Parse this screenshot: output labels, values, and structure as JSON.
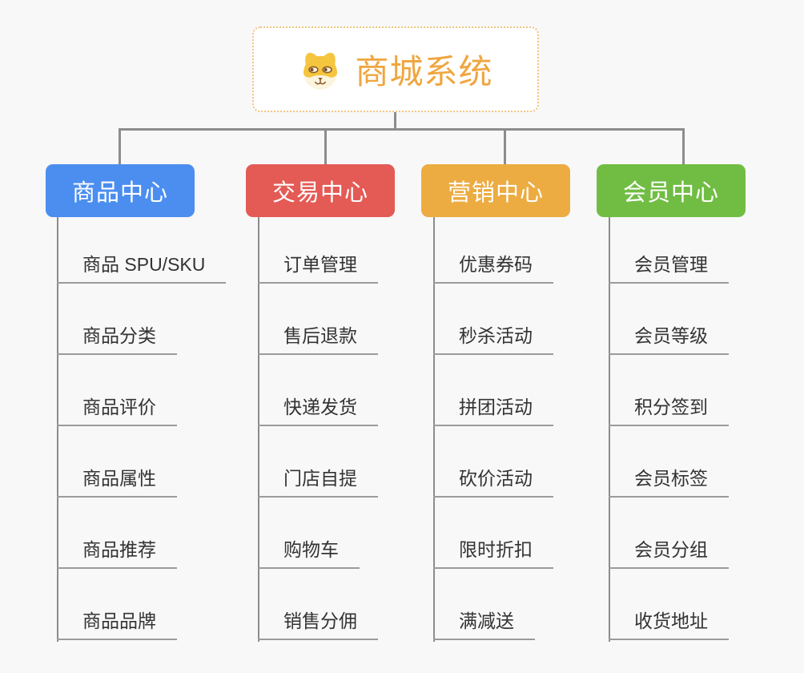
{
  "canvas": {
    "background": "#F8F8F8",
    "connector_color": "#8C8C8C"
  },
  "root": {
    "title": "商城系统",
    "icon": "doge-face",
    "text_color": "#EFA63F",
    "border_color": "#F2C27E"
  },
  "branches": [
    {
      "id": "product-center",
      "label": "商品中心",
      "color": "#4B8EEF",
      "children": [
        "商品 SPU/SKU",
        "商品分类",
        "商品评价",
        "商品属性",
        "商品推荐",
        "商品品牌"
      ]
    },
    {
      "id": "trade-center",
      "label": "交易中心",
      "color": "#E45A55",
      "children": [
        "订单管理",
        "售后退款",
        "快递发货",
        "门店自提",
        "购物车",
        "销售分佣"
      ]
    },
    {
      "id": "marketing-center",
      "label": "营销中心",
      "color": "#ECAC41",
      "children": [
        "优惠券码",
        "秒杀活动",
        "拼团活动",
        "砍价活动",
        "限时折扣",
        "满减送"
      ]
    },
    {
      "id": "member-center",
      "label": "会员中心",
      "color": "#71BD44",
      "children": [
        "会员管理",
        "会员等级",
        "积分签到",
        "会员标签",
        "会员分组",
        "收货地址"
      ]
    }
  ]
}
